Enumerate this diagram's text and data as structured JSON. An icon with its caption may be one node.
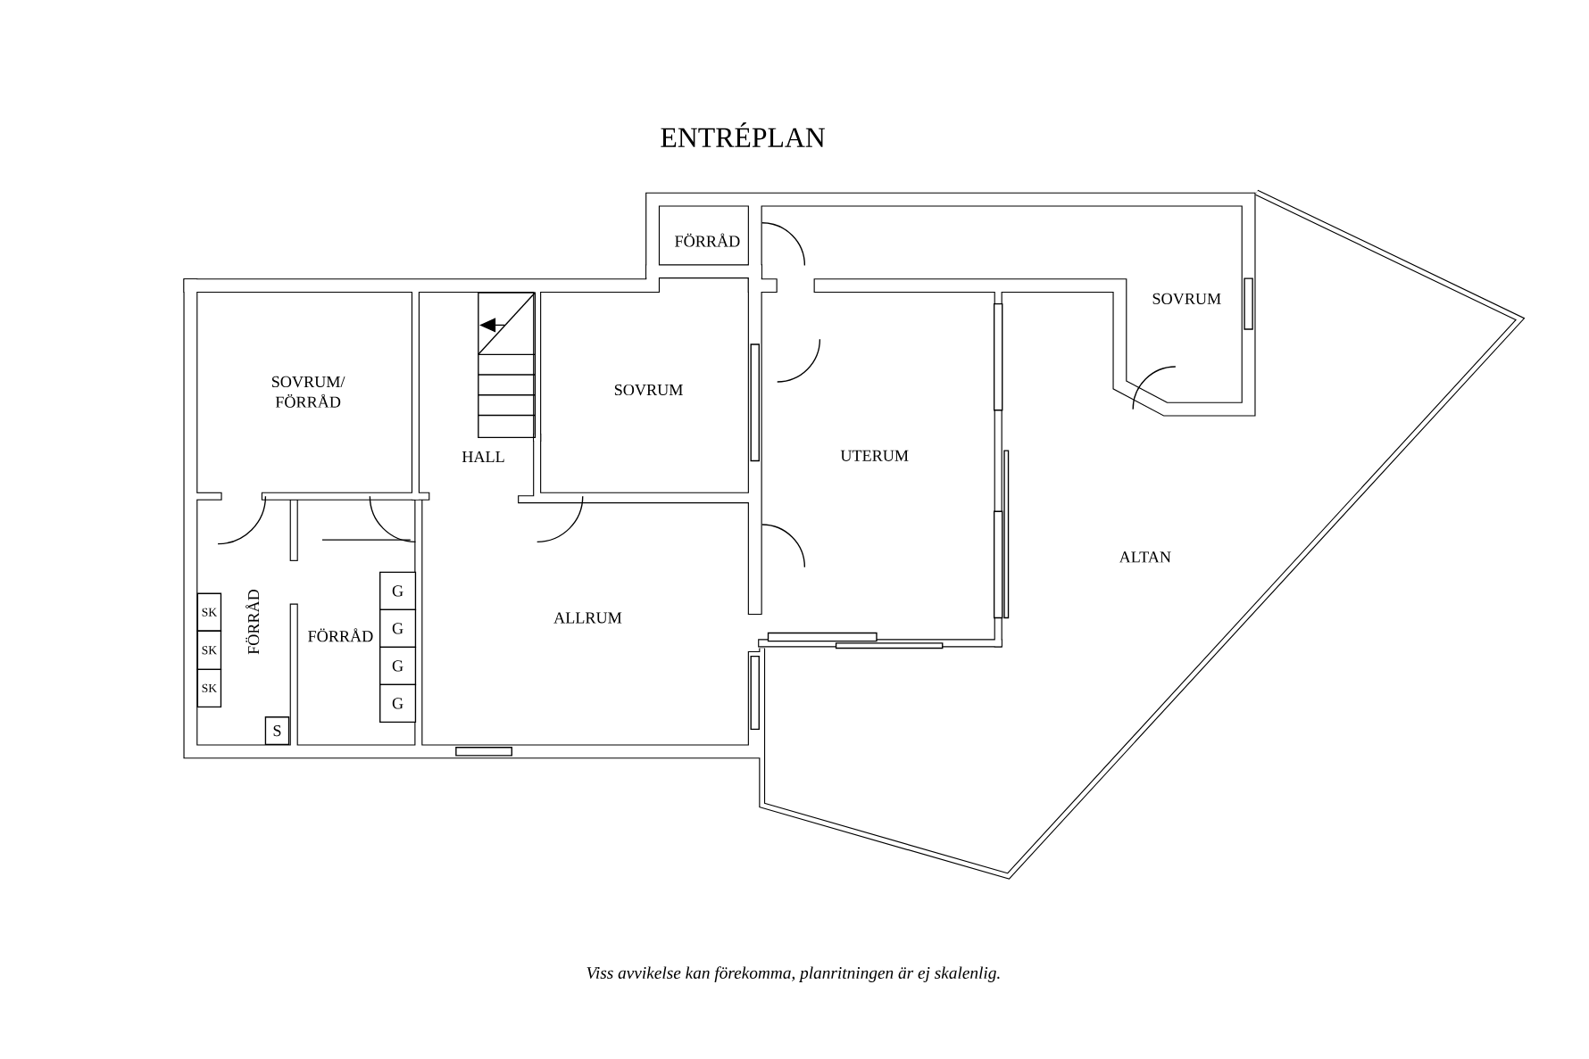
{
  "diagram": {
    "title": "ENTRÉPLAN",
    "caption": "Viss avvikelse kan förekomma, planritningen är ej skalenlig.",
    "labels": [
      "FÖRRÅD",
      "SOVRUM",
      "SOVRUM/ FÖRRÅD",
      "SOVRUM",
      "HALL",
      "UTERUM",
      "ALTAN",
      "ALLRUM",
      "FÖRRÅD",
      "FÖRRÅD",
      "SK",
      "SK",
      "SK",
      "S",
      "G",
      "G",
      "G",
      "G"
    ]
  }
}
